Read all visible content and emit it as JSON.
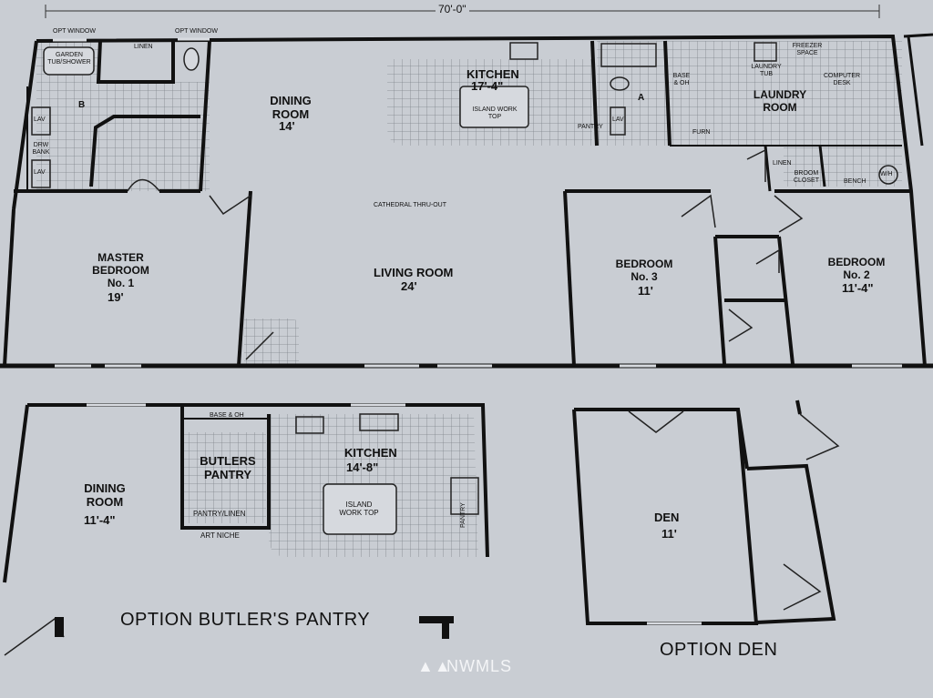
{
  "plan": {
    "overall_width": "70'-0\"",
    "wall_color": "#111111",
    "tile_color": "#8a8f96",
    "paper_color": "#c9cdd3",
    "main": {
      "opt_window_left": "OPT WINDOW",
      "opt_window_right": "OPT WINDOW",
      "garden_tub": "GARDEN TUB/SHOWER",
      "linen": "LINEN",
      "bath_b": "B",
      "lav1": "LAV",
      "lav2": "LAV",
      "drw_bank": "DRW BANK",
      "dining_name": "DINING ROOM",
      "dining_size": "14'",
      "kitchen_name": "KITCHEN",
      "kitchen_size": "17'-4\"",
      "island": "ISLAND WORK TOP",
      "pantry": "PANTRY",
      "lav3": "LAV",
      "bath_a": "A",
      "base_oh": "BASE & OH",
      "laundry_tub": "LAUNDRY TUB",
      "freezer": "FREEZER SPACE",
      "computer_desk": "COMPUTER DESK",
      "laundry_name": "LAUNDRY ROOM",
      "furn": "FURN",
      "linen2": "LINEN",
      "broom": "BROOM CLOSET",
      "bench": "BENCH",
      "wh": "W/H",
      "cathedral": "CATHEDRAL THRU-OUT",
      "master_name": "MASTER BEDROOM No. 1",
      "master_size": "19'",
      "living_name": "LIVING ROOM",
      "living_size": "24'",
      "bed3_name": "BEDROOM No. 3",
      "bed3_size": "11'",
      "bed2_name": "BEDROOM No. 2",
      "bed2_size": "11'-4\""
    },
    "butler": {
      "dining_name": "DINING ROOM",
      "dining_size": "11'-4\"",
      "base_oh": "BASE & OH",
      "butlers_pantry": "BUTLERS PANTRY",
      "pantry_linen": "PANTRY/LINEN",
      "art_niche": "ART NICHE",
      "kitchen_name": "KITCHEN",
      "kitchen_size": "14'-8\"",
      "island": "ISLAND WORK TOP",
      "pantry": "PANTRY",
      "caption": "OPTION BUTLER'S PANTRY"
    },
    "den": {
      "name": "DEN",
      "size": "11'",
      "caption": "OPTION DEN"
    },
    "watermark": "NWMLS"
  }
}
